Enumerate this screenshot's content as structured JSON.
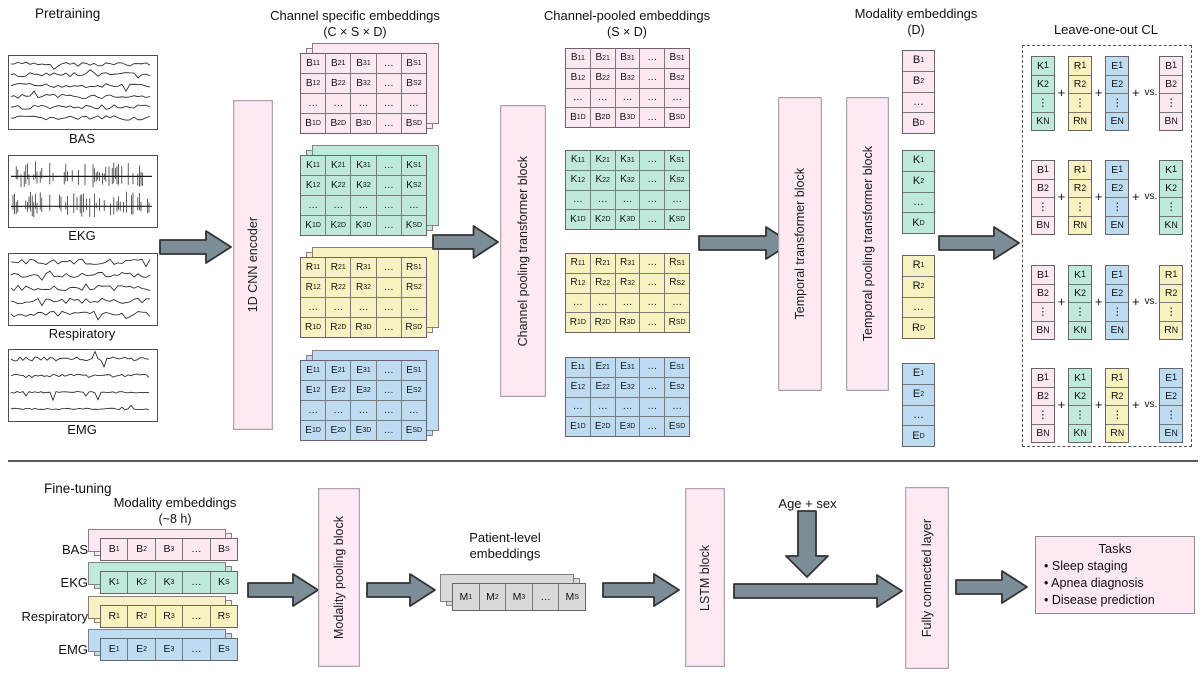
{
  "colors": {
    "pink": "#fbe8f3",
    "teal": "#bfe9da",
    "yellow": "#f7f2c0",
    "blue": "#bddcf2",
    "gray": "#d9d9d9",
    "block_pink": "#fce9f4",
    "arrow_gray": "#7d8d97"
  },
  "symbol_colors": {
    "B": "pink",
    "K": "teal",
    "R": "yellow",
    "E": "blue",
    "M": "gray"
  },
  "pretraining": {
    "section_label": "Pretraining",
    "signals": [
      {
        "label": "BAS",
        "kind": "eeg"
      },
      {
        "label": "EKG",
        "kind": "ekg"
      },
      {
        "label": "Respiratory",
        "kind": "resp"
      },
      {
        "label": "EMG",
        "kind": "emg"
      }
    ],
    "cnn_encoder_label": "1D CNN encoder",
    "channel_specific": {
      "title": "Channel specific embeddings",
      "subtitle": "(C × S × D)",
      "symbols": [
        "B",
        "K",
        "R",
        "E"
      ],
      "col_subs": [
        "1",
        "2",
        "3",
        "…",
        "S"
      ],
      "row_subs": [
        "1",
        "2",
        "…",
        "D"
      ]
    },
    "channel_pooling_label": "Channel pooling transformer block",
    "channel_pooled": {
      "title": "Channel-pooled embeddings",
      "subtitle": "(S × D)",
      "symbols": [
        "B",
        "K",
        "R",
        "E"
      ],
      "col_subs": [
        "1",
        "2",
        "3",
        "…",
        "S"
      ],
      "row_subs": [
        "1",
        "2",
        "…",
        "D"
      ]
    },
    "temporal_label": "Temporal transformer block",
    "temporal_pooling_label": "Temporal pooling transformer block",
    "modality": {
      "title": "Modality embeddings",
      "subtitle": "(D)",
      "symbols": [
        "B",
        "K",
        "R",
        "E"
      ],
      "subs": [
        "1",
        "2",
        "…",
        "D"
      ]
    },
    "leave_one_out": {
      "title": "Leave-one-out CL",
      "subs": [
        "1",
        "2",
        "⋮",
        "N"
      ],
      "plus": "+",
      "vs": "vs.",
      "rows": [
        {
          "left": [
            "K",
            "R",
            "E"
          ],
          "right": "B"
        },
        {
          "left": [
            "B",
            "R",
            "E"
          ],
          "right": "K"
        },
        {
          "left": [
            "B",
            "K",
            "E"
          ],
          "right": "R"
        },
        {
          "left": [
            "B",
            "K",
            "R"
          ],
          "right": "E"
        }
      ]
    }
  },
  "finetuning": {
    "section_label": "Fine-tuning",
    "modality": {
      "title": "Modality embeddings",
      "subtitle": "(~8 h)"
    },
    "rows": [
      {
        "label": "BAS",
        "symbol": "B"
      },
      {
        "label": "EKG",
        "symbol": "K"
      },
      {
        "label": "Respiratory",
        "symbol": "R"
      },
      {
        "label": "EMG",
        "symbol": "E"
      }
    ],
    "strip_subs": [
      "1",
      "2",
      "3",
      "…",
      "S"
    ],
    "modality_pooling_label": "Modality pooling block",
    "patient_level": {
      "title_line1": "Patient-level",
      "title_line2": "embeddings",
      "symbol": "M",
      "subs": [
        "1",
        "2",
        "3",
        "…",
        "S"
      ]
    },
    "lstm_label": "LSTM block",
    "age_sex_label": "Age + sex",
    "fully_connected_label": "Fully connected layer",
    "tasks": {
      "title": "Tasks",
      "items": [
        "Sleep staging",
        "Apnea diagnosis",
        "Disease prediction"
      ]
    }
  }
}
